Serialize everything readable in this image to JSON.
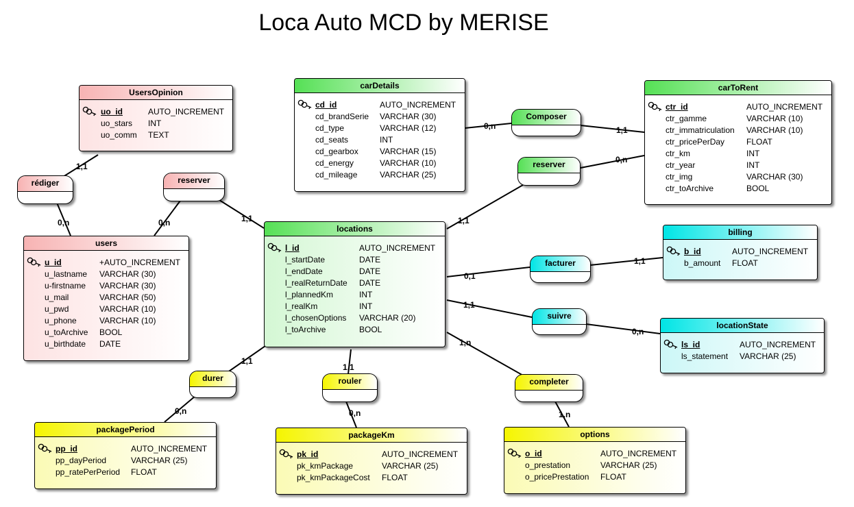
{
  "title": "Loca Auto MCD by MERISE",
  "entities": {
    "usersopinion": {
      "name": "UsersOpinion",
      "fields": [
        {
          "name": "uo_id",
          "type": "AUTO_INCREMENT",
          "pk": true
        },
        {
          "name": "uo_stars",
          "type": "INT"
        },
        {
          "name": "uo_comm",
          "type": "TEXT"
        }
      ]
    },
    "users": {
      "name": "users",
      "fields": [
        {
          "name": "u_id",
          "type": "+AUTO_INCREMENT",
          "pk": true
        },
        {
          "name": "u_lastname",
          "type": "VARCHAR (30)"
        },
        {
          "name": "u-firstname",
          "type": "VARCHAR (30)"
        },
        {
          "name": "u_mail",
          "type": "VARCHAR (50)"
        },
        {
          "name": "u_pwd",
          "type": "VARCHAR (10)"
        },
        {
          "name": "u_phone",
          "type": "VARCHAR (10)"
        },
        {
          "name": "u_toArchive",
          "type": "BOOL"
        },
        {
          "name": "u_birthdate",
          "type": "DATE"
        }
      ]
    },
    "cardetails": {
      "name": "carDetails",
      "fields": [
        {
          "name": "cd_id",
          "type": "AUTO_INCREMENT",
          "pk": true
        },
        {
          "name": "cd_brandSerie",
          "type": "VARCHAR (30)"
        },
        {
          "name": "cd_type",
          "type": "VARCHAR (12)"
        },
        {
          "name": "cd_seats",
          "type": "INT"
        },
        {
          "name": "cd_gearbox",
          "type": "VARCHAR (15)"
        },
        {
          "name": "cd_energy",
          "type": "VARCHAR (10)"
        },
        {
          "name": "cd_mileage",
          "type": "VARCHAR (25)"
        }
      ]
    },
    "cartorent": {
      "name": "carToRent",
      "fields": [
        {
          "name": "ctr_id",
          "type": "AUTO_INCREMENT",
          "pk": true
        },
        {
          "name": "ctr_gamme",
          "type": "VARCHAR (10)"
        },
        {
          "name": "ctr_immatriculation",
          "type": "VARCHAR (10)"
        },
        {
          "name": "ctr_pricePerDay",
          "type": "FLOAT"
        },
        {
          "name": "ctr_km",
          "type": "INT"
        },
        {
          "name": "ctr_year",
          "type": "INT"
        },
        {
          "name": "ctr_img",
          "type": "VARCHAR (30)"
        },
        {
          "name": "ctr_toArchive",
          "type": "BOOL"
        }
      ]
    },
    "locations": {
      "name": "locations",
      "fields": [
        {
          "name": "l_id",
          "type": "AUTO_INCREMENT",
          "pk": true
        },
        {
          "name": "l_startDate",
          "type": "DATE"
        },
        {
          "name": "l_endDate",
          "type": "DATE"
        },
        {
          "name": "l_realReturnDate",
          "type": "DATE"
        },
        {
          "name": "l_plannedKm",
          "type": "INT"
        },
        {
          "name": "l_realKm",
          "type": "INT"
        },
        {
          "name": "l_chosenOptions",
          "type": "VARCHAR (20)"
        },
        {
          "name": "l_toArchive",
          "type": "BOOL"
        }
      ]
    },
    "billing": {
      "name": "billing",
      "fields": [
        {
          "name": "b_id",
          "type": "AUTO_INCREMENT",
          "pk": true
        },
        {
          "name": "b_amount",
          "type": "FLOAT"
        }
      ]
    },
    "locationstate": {
      "name": "locationState",
      "fields": [
        {
          "name": "ls_id",
          "type": "AUTO_INCREMENT",
          "pk": true
        },
        {
          "name": "ls_statement",
          "type": "VARCHAR (25)"
        }
      ]
    },
    "packageperiod": {
      "name": "packagePeriod",
      "fields": [
        {
          "name": "pp_id",
          "type": "AUTO_INCREMENT",
          "pk": true
        },
        {
          "name": "pp_dayPeriod",
          "type": "VARCHAR (25)"
        },
        {
          "name": "pp_ratePerPeriod",
          "type": "FLOAT"
        }
      ]
    },
    "packagekm": {
      "name": "packageKm",
      "fields": [
        {
          "name": "pk_id",
          "type": "AUTO_INCREMENT",
          "pk": true
        },
        {
          "name": "pk_kmPackage",
          "type": "VARCHAR (25)"
        },
        {
          "name": "pk_kmPackageCost",
          "type": "FLOAT"
        }
      ]
    },
    "options": {
      "name": "options",
      "fields": [
        {
          "name": "o_id",
          "type": "AUTO_INCREMENT",
          "pk": true
        },
        {
          "name": "o_prestation",
          "type": "VARCHAR (25)"
        },
        {
          "name": "o_pricePrestation",
          "type": "FLOAT"
        }
      ]
    }
  },
  "associations": {
    "rediger": "rédiger",
    "reserver_users": "reserver",
    "composer": "Composer",
    "reserver_car": "reserver",
    "facturer": "facturer",
    "suivre": "suivre",
    "durer": "durer",
    "rouler": "rouler",
    "completer": "completer"
  },
  "cardinalities": {
    "usersopinion_rediger": "1,1",
    "rediger_users": "0,n",
    "reserver_users": "0,n",
    "reserver_locations_left": "1,1",
    "cardetails_composer": "0,n",
    "composer_cartorent": "1,1",
    "reserver_cartorent": "0,n",
    "reserver_locations_right": "1,1",
    "facturer_locations": "0,1",
    "facturer_billing": "1,1",
    "suivre_locations": "1,1",
    "suivre_locationstate": "0,n",
    "durer_locations": "1,1",
    "durer_packageperiod": "0,n",
    "rouler_locations": "1,1",
    "rouler_packagekm": "0,n",
    "completer_locations": "1,n",
    "completer_options": "1,n"
  }
}
